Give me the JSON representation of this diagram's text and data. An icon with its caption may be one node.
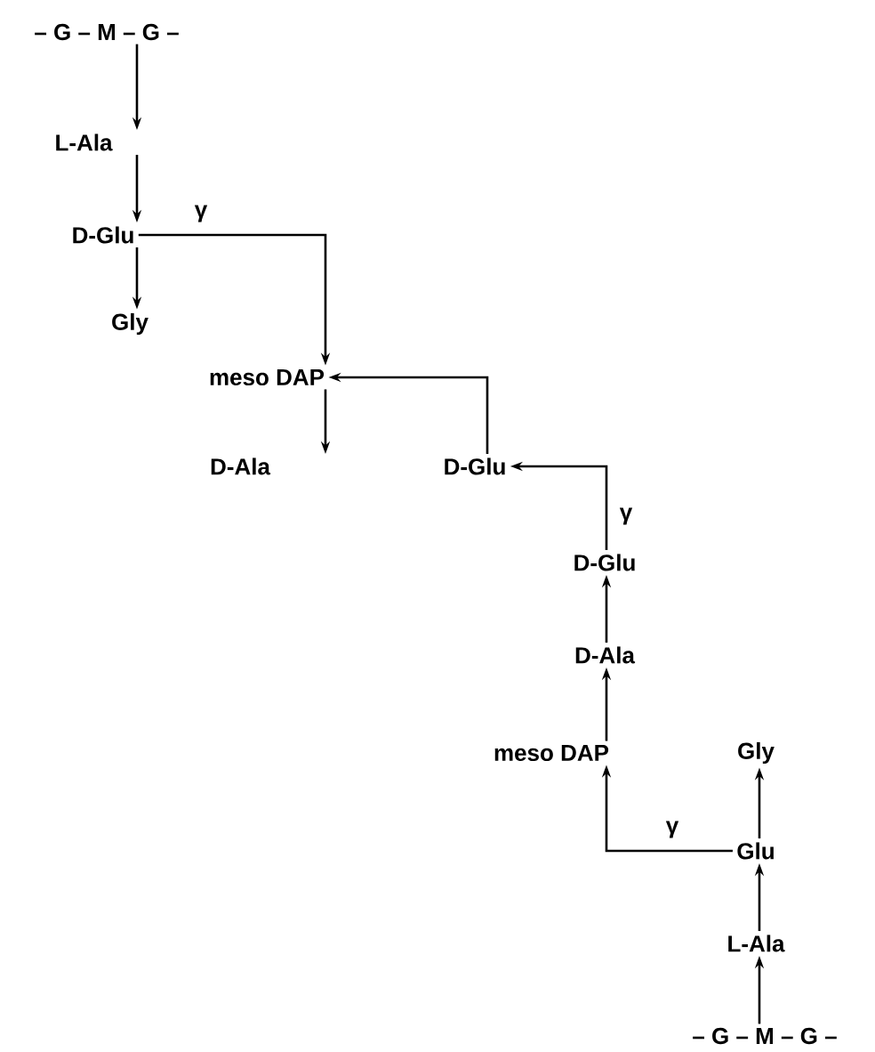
{
  "diagram": {
    "nodes": [
      {
        "text": [
          "– G – M – G –"
        ]
      },
      {
        "text": [
          "L-Ala"
        ]
      },
      {
        "text": [
          "D-Glu"
        ]
      },
      {
        "text": [
          "Gly"
        ]
      },
      {
        "text": [
          "meso DAP"
        ]
      },
      {
        "text": [
          "D-Ala"
        ]
      },
      {
        "text": [
          "D-Glu"
        ]
      },
      {
        "text": [
          "D-Glu"
        ]
      },
      {
        "text": [
          "D-Ala"
        ]
      },
      {
        "text": [
          "meso DAP"
        ]
      },
      {
        "text": [
          "Gly"
        ]
      },
      {
        "text": [
          "Glu"
        ]
      },
      {
        "text": [
          "L-Ala"
        ]
      },
      {
        "text": [
          "– G – M – G –"
        ]
      }
    ],
    "edges": [
      {
        "from": 0,
        "to": 1,
        "arrow": "to"
      },
      {
        "from": 1,
        "to": 2,
        "arrow": "to"
      },
      {
        "from": 2,
        "to": 3,
        "arrow": "to"
      },
      {
        "from": 2,
        "to": 4,
        "arrow": "to",
        "label": "γ"
      },
      {
        "from": 4,
        "to": 5,
        "arrow": "to"
      },
      {
        "from": 6,
        "to": 4,
        "arrow": "to"
      },
      {
        "from": 7,
        "to": 6,
        "arrow": "to",
        "label": "γ"
      },
      {
        "from": 8,
        "to": 7,
        "arrow": "to"
      },
      {
        "from": 9,
        "to": 8,
        "arrow": "to"
      },
      {
        "from": 11,
        "to": 10,
        "arrow": "to"
      },
      {
        "from": 12,
        "to": 11,
        "arrow": "to"
      },
      {
        "from": 13,
        "to": 12,
        "arrow": "to"
      },
      {
        "from": 11,
        "to": 9,
        "arrow": "to",
        "label": "γ"
      }
    ]
  }
}
